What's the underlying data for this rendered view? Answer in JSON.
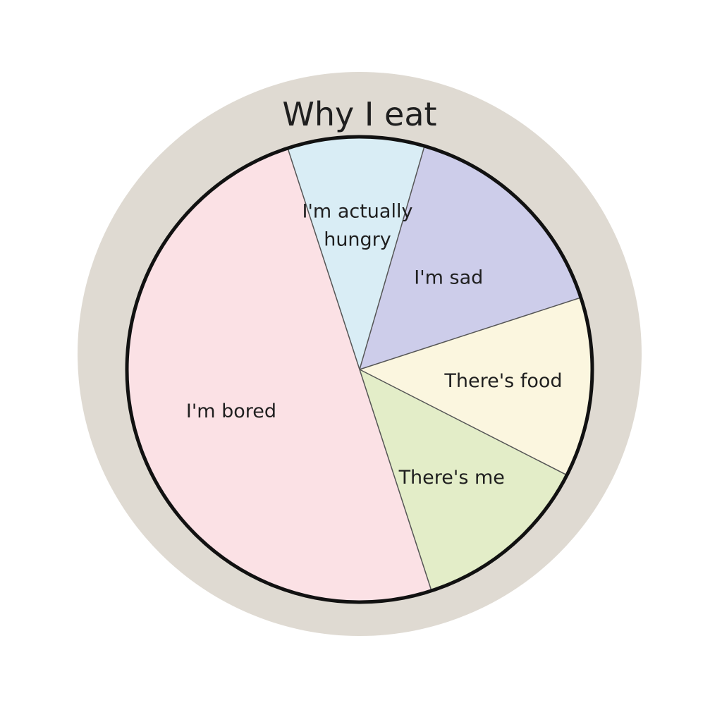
{
  "chart_data": {
    "type": "pie",
    "title": "Why I eat",
    "slices": [
      {
        "label": "I'm actually hungry",
        "value": 9.5,
        "color": "#d9edf5"
      },
      {
        "label": "I'm sad",
        "value": 15.5,
        "color": "#cdcdea"
      },
      {
        "label": "There's food",
        "value": 12.5,
        "color": "#fbf6df"
      },
      {
        "label": "There's me",
        "value": 12.5,
        "color": "#e3edc8"
      },
      {
        "label": "I'm bored",
        "value": 50,
        "color": "#fbe1e5"
      }
    ],
    "legend": "none",
    "colors": {
      "background_ring": "#dfdad2",
      "outline": "#111111",
      "divider": "#555555",
      "page": "#ffffff"
    }
  }
}
